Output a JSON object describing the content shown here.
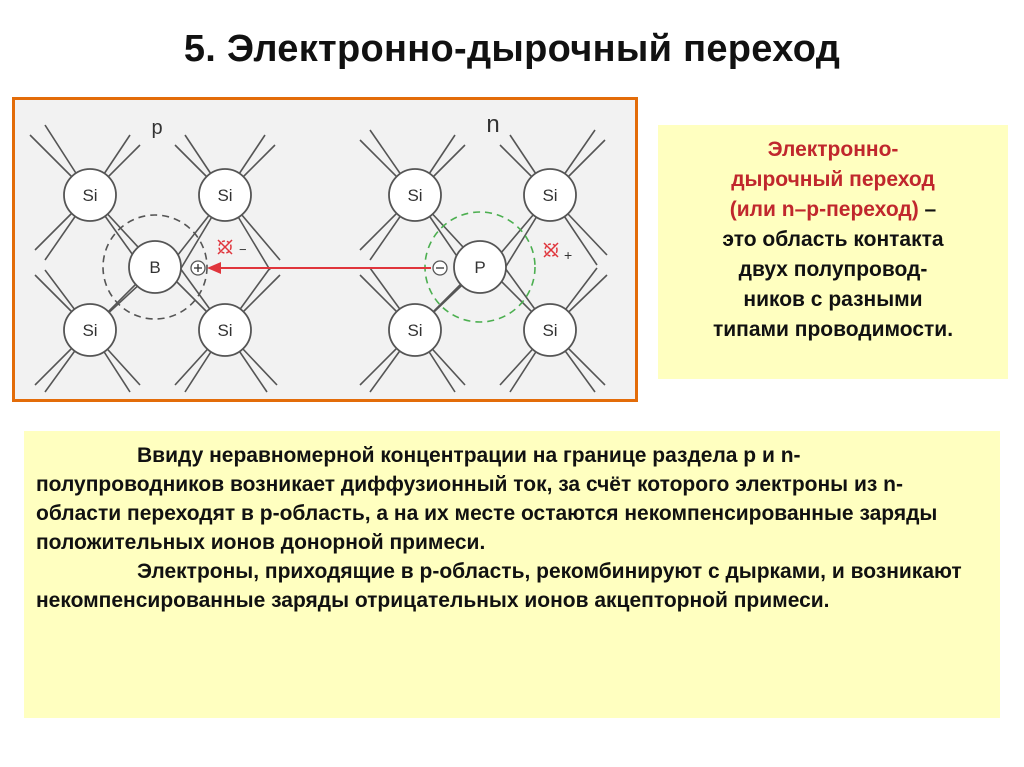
{
  "title": "5. Электронно-дырочный переход",
  "diagram": {
    "p_label": "p",
    "n_label": "n",
    "atoms": {
      "si": "Si",
      "boron": "B",
      "phosphorus": "P"
    },
    "plus_sign": "+",
    "minus_sign": "−",
    "colors": {
      "border": "#e36c09",
      "arrow": "#e0353c",
      "dashed_p": "#555555",
      "dashed_n": "#4caf50"
    }
  },
  "definition": {
    "term_line1": "Электронно-",
    "term_line2": "дырочный переход",
    "term_line3": "(или n–p-переход)",
    "dash": " –",
    "line4": "это область контакта",
    "line5": "двух полупровод-",
    "line6": "ников с разными",
    "line7": "типами проводимости."
  },
  "text": {
    "paragraph1": "Ввиду неравномерной концентрации на границе раздела p и n-полупроводников возникает диффузионный ток, за счёт которого электроны из n-области переходят в p-область, а на их месте остаются некомпенсированные заряды положительных ионов донорной примеси.",
    "paragraph2": "Электроны, приходящие в p-область, рекомбинируют с дырками, и возникают некомпенсированные заряды отрицательных ионов акцепторной примеси."
  }
}
